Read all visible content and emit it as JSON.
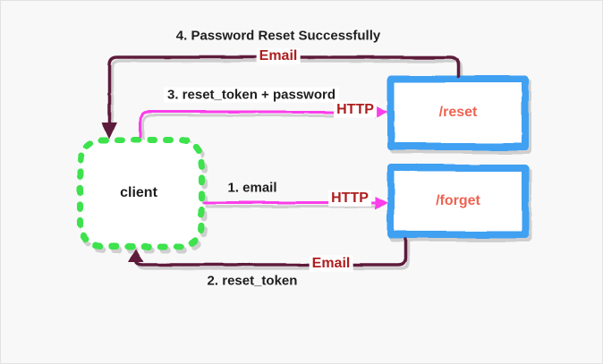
{
  "page": {
    "background": "#f8f8f8"
  },
  "nodes": {
    "client": {
      "label": "client"
    },
    "reset": {
      "label": "/reset"
    },
    "forget": {
      "label": "/forget"
    }
  },
  "flows": [
    {
      "step": "1. email",
      "channel": "HTTP",
      "from": "client",
      "to": "/forget"
    },
    {
      "step": "2. reset_token",
      "channel": "Email",
      "from": "/forget",
      "to": "client"
    },
    {
      "step": "3. reset_token + password",
      "channel": "HTTP",
      "from": "client",
      "to": "/reset"
    },
    {
      "step": "4. Password Reset Successfully",
      "channel": "Email",
      "from": "/reset",
      "to": "client"
    }
  ],
  "colors": {
    "email_arrow": "#5d1c3a",
    "http_arrow": "#fb3eea",
    "channel_label": "#ae1e1e",
    "endpoint_border": "#3fa0f2",
    "endpoint_text": "#ee6352",
    "client_border": "#3ce24d",
    "text": "#1e1e1e",
    "shadow": "#cfcfcf"
  }
}
